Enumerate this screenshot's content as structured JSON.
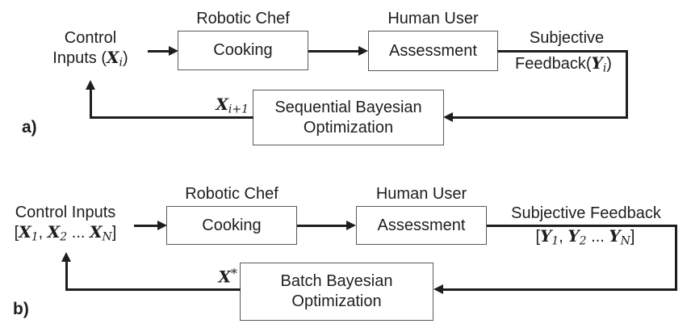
{
  "figure": {
    "colors": {
      "line": "#1e1e1e",
      "box_border": "#595959",
      "text": "#1e1e1e",
      "background": "#ffffff"
    },
    "panel_a": {
      "panel_label": "a)",
      "control_inputs_line1": "Control",
      "control_inputs_line2": [
        {
          "t": "Inputs (",
          "s": "plain"
        },
        {
          "t": "X",
          "s": "var"
        },
        {
          "t": "i",
          "s": "sub"
        },
        {
          "t": ")",
          "s": "plain"
        }
      ],
      "robotic_chef_title": "Robotic Chef",
      "cooking_label": "Cooking",
      "human_user_title": "Human User",
      "assessment_label": "Assessment",
      "feedback_line1": "Subjective",
      "feedback_line2": [
        {
          "t": "Feedback(",
          "s": "plain"
        },
        {
          "t": "Y",
          "s": "var"
        },
        {
          "t": "i",
          "s": "sub"
        },
        {
          "t": ")",
          "s": "plain"
        }
      ],
      "optimizer_line1": "Sequential Bayesian",
      "optimizer_line2": "Optimization",
      "next_input_label": [
        {
          "t": "X",
          "s": "var"
        },
        {
          "t": "i+1",
          "s": "sub"
        }
      ]
    },
    "panel_b": {
      "panel_label": "b)",
      "control_inputs_line1": "Control Inputs",
      "control_inputs_line2": [
        {
          "t": "[",
          "s": "plain"
        },
        {
          "t": "X",
          "s": "var"
        },
        {
          "t": "1",
          "s": "sub"
        },
        {
          "t": ", ",
          "s": "plain"
        },
        {
          "t": "X",
          "s": "var"
        },
        {
          "t": "2",
          "s": "sub"
        },
        {
          "t": " ... ",
          "s": "plain"
        },
        {
          "t": "X",
          "s": "var"
        },
        {
          "t": "N",
          "s": "sub"
        },
        {
          "t": "]",
          "s": "plain"
        }
      ],
      "robotic_chef_title": "Robotic Chef",
      "cooking_label": "Cooking",
      "human_user_title": "Human User",
      "assessment_label": "Assessment",
      "feedback_line1": "Subjective Feedback",
      "feedback_line2": [
        {
          "t": "[",
          "s": "plain"
        },
        {
          "t": "Y",
          "s": "var"
        },
        {
          "t": "1",
          "s": "sub"
        },
        {
          "t": ", ",
          "s": "plain"
        },
        {
          "t": "Y",
          "s": "var"
        },
        {
          "t": "2",
          "s": "sub"
        },
        {
          "t": " ... ",
          "s": "plain"
        },
        {
          "t": "Y",
          "s": "var"
        },
        {
          "t": "N",
          "s": "sub"
        },
        {
          "t": "]",
          "s": "plain"
        }
      ],
      "optimizer_line1": "Batch Bayesian",
      "optimizer_line2": "Optimization",
      "next_input_label": [
        {
          "t": "X",
          "s": "var"
        },
        {
          "t": "*",
          "s": "sup"
        }
      ]
    }
  }
}
